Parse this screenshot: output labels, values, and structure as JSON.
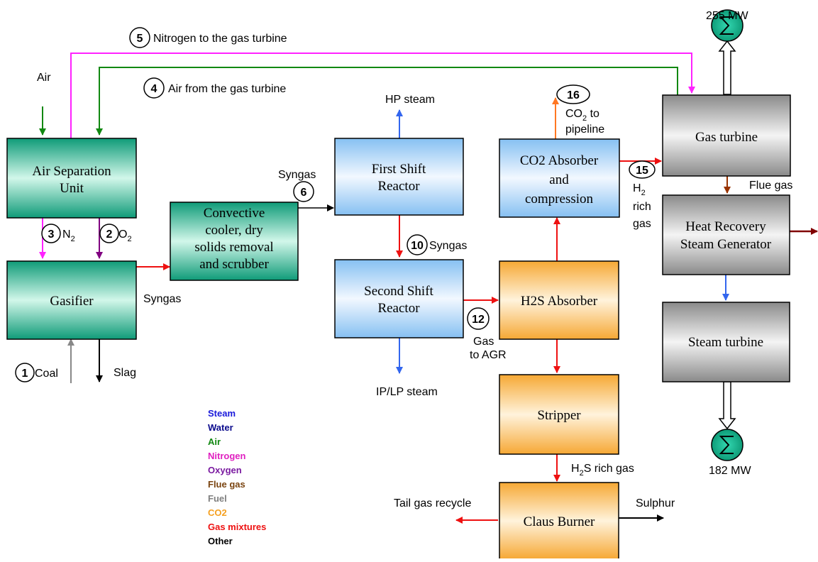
{
  "units": {
    "asu": [
      "Air Separation",
      "Unit"
    ],
    "gasifier": [
      "Gasifier"
    ],
    "cooler": [
      "Convective",
      "cooler, dry",
      "solids removal",
      "and scrubber"
    ],
    "shift1": [
      "First Shift",
      "Reactor"
    ],
    "shift2": [
      "Second Shift",
      "Reactor"
    ],
    "co2abs": [
      "CO2 Absorber",
      "and",
      "compression"
    ],
    "h2sabs": [
      "H2S Absorber"
    ],
    "stripper": [
      "Stripper"
    ],
    "claus": [
      "Claus Burner"
    ],
    "gt": [
      "Gas turbine"
    ],
    "hrsg": [
      "Heat Recovery",
      "Steam Generator"
    ],
    "st": [
      "Steam turbine"
    ]
  },
  "streams": {
    "s5": {
      "num": "5",
      "label": "Nitrogen to the gas turbine"
    },
    "s4": {
      "num": "4",
      "label": "Air from the gas turbine"
    },
    "s3": {
      "num": "3",
      "label": "N",
      "sub": "2"
    },
    "s2": {
      "num": "2",
      "label": "O",
      "sub": "2"
    },
    "s1": {
      "num": "1",
      "label": "Coal"
    },
    "s6": {
      "num": "6",
      "label": "Syngas"
    },
    "s10": {
      "num": "10",
      "label": "Syngas"
    },
    "s12": {
      "num": "12",
      "label1": "Gas",
      "label2": "to AGR"
    },
    "s15": {
      "num": "15",
      "l1": "H",
      "l1sub": "2",
      "l2": "rich",
      "l3": "gas"
    },
    "s16": {
      "num": "16",
      "l1": "CO",
      "l1sub": "2",
      "l1rest": " to",
      "l2": "pipeline"
    }
  },
  "labels": {
    "air": "Air",
    "syngas_gasifier": "Syngas",
    "slag": "Slag",
    "hp_steam": "HP steam",
    "iplp_steam": "IP/LP steam",
    "flue_gas": "Flue gas",
    "h2s_rich_a": "H",
    "h2s_rich_sub": "2",
    "h2s_rich_b": "S rich gas",
    "tail_gas": "Tail gas recycle",
    "sulphur": "Sulphur",
    "power_gt": "255 MW",
    "power_st": "182 MW"
  },
  "legend": [
    {
      "label": "Steam",
      "color": "#1a1adb"
    },
    {
      "label": "Water",
      "color": "#0a0a8c"
    },
    {
      "label": "Air",
      "color": "#118811"
    },
    {
      "label": "Nitrogen",
      "color": "#e020c0"
    },
    {
      "label": "Oxygen",
      "color": "#7a1aa0"
    },
    {
      "label": "Flue gas",
      "color": "#7a4410"
    },
    {
      "label": "Fuel",
      "color": "#808080"
    },
    {
      "label": "CO2",
      "color": "#f5a020"
    },
    {
      "label": "Gas mixtures",
      "color": "#ee1111"
    },
    {
      "label": "Other",
      "color": "#000000"
    }
  ],
  "colors": {
    "green_box_top": "#0e9c78",
    "green_box_mid": "#c8f5e6",
    "blue_box": "#a8d4f8",
    "orange_box": "#f7b54a",
    "grey_box": "#8c8c8c",
    "gas_mixture": "#ee1111",
    "nitrogen": "#ff22ff",
    "air": "#118811",
    "oxygen": "#800080",
    "steam": "#3366ee",
    "fuel": "#888888",
    "flue": "#993300",
    "co2": "#ff7722"
  }
}
